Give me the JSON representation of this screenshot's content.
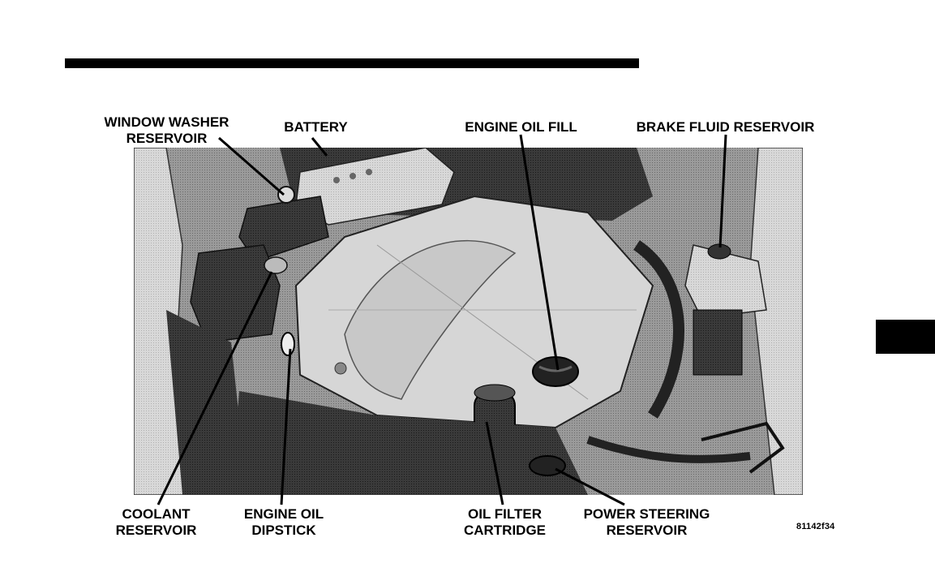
{
  "labels": {
    "window_washer": {
      "line1": "WINDOW WASHER",
      "line2": "RESERVOIR"
    },
    "battery": "BATTERY",
    "engine_oil_fill": "ENGINE OIL FILL",
    "brake_fluid": "BRAKE FLUID RESERVOIR",
    "coolant": {
      "line1": "COOLANT",
      "line2": "RESERVOIR"
    },
    "dipstick": {
      "line1": "ENGINE OIL",
      "line2": "DIPSTICK"
    },
    "oil_filter": {
      "line1": "OIL FILTER",
      "line2": "CARTRIDGE"
    },
    "power_steering": {
      "line1": "POWER STEERING",
      "line2": "RESERVOIR"
    }
  },
  "figure_code": "81142f34",
  "colors": {
    "ink": "#000000",
    "page": "#ffffff",
    "photo_mid": "#8c8c8c",
    "engine_cover": "#d6d6d6"
  }
}
